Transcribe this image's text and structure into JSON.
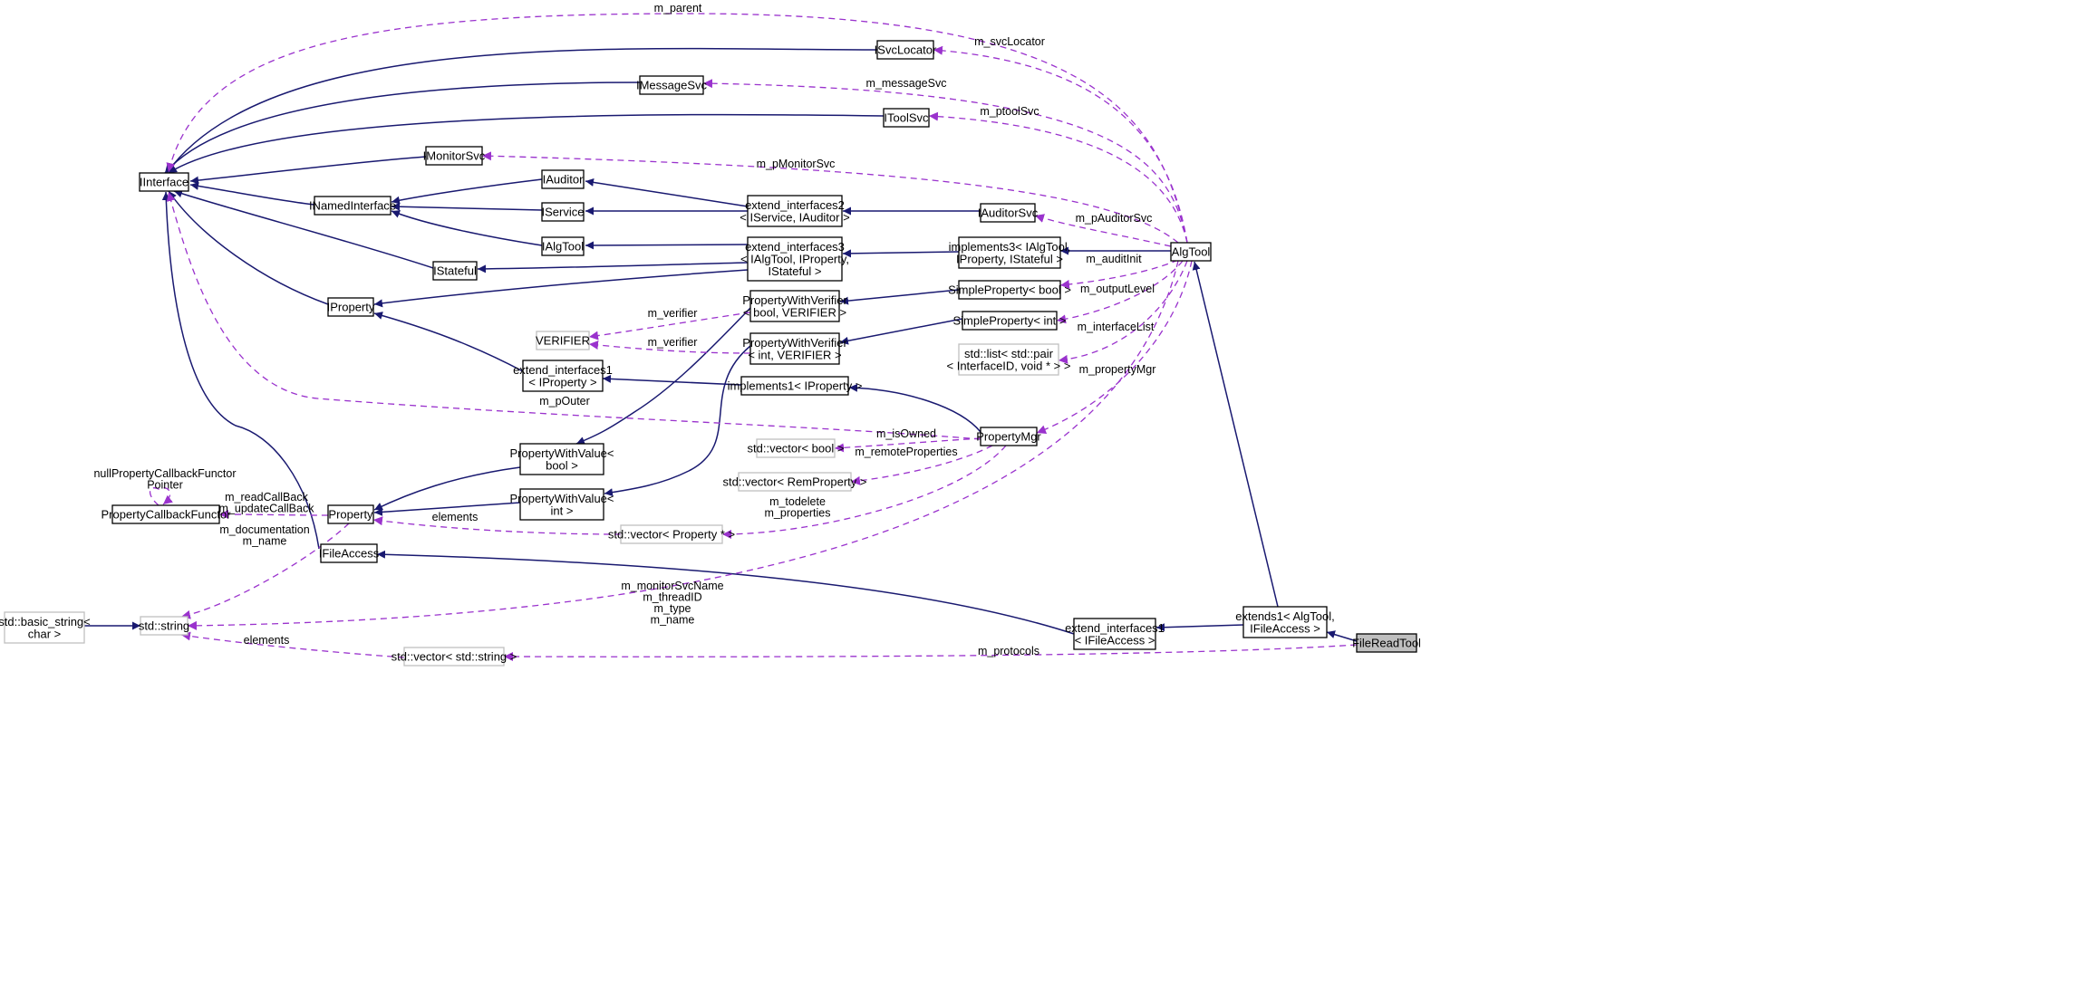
{
  "diagram": {
    "type": "doxygen collaboration graph",
    "colors": {
      "inheritance": "#191970",
      "usage": "#9a32cd",
      "focus_fill": "#bfbfbf",
      "external_border": "#bfbfbf"
    },
    "nodes": [
      {
        "id": "IInterface",
        "lines": [
          "IInterface"
        ]
      },
      {
        "id": "ISvcLocator",
        "lines": [
          "ISvcLocator"
        ]
      },
      {
        "id": "IMessageSvc",
        "lines": [
          "IMessageSvc"
        ]
      },
      {
        "id": "IToolSvc",
        "lines": [
          "IToolSvc"
        ]
      },
      {
        "id": "IMonitorSvc",
        "lines": [
          "IMonitorSvc"
        ]
      },
      {
        "id": "INamedInterface",
        "lines": [
          "INamedInterface"
        ]
      },
      {
        "id": "IAuditor",
        "lines": [
          "IAuditor"
        ]
      },
      {
        "id": "IService",
        "lines": [
          "IService"
        ]
      },
      {
        "id": "IAlgToolI",
        "lines": [
          "IAlgTool"
        ]
      },
      {
        "id": "IStateful",
        "lines": [
          "IStateful"
        ]
      },
      {
        "id": "IProperty",
        "lines": [
          "IProperty"
        ]
      },
      {
        "id": "extIf2",
        "lines": [
          "extend_interfaces2",
          "< IService, IAuditor >"
        ]
      },
      {
        "id": "extIf3",
        "lines": [
          "extend_interfaces3",
          "< IAlgTool, IProperty,",
          "IStateful >"
        ]
      },
      {
        "id": "IAuditorSvc",
        "lines": [
          "IAuditorSvc"
        ]
      },
      {
        "id": "impl3",
        "lines": [
          "implements3< IAlgTool,",
          "IProperty, IStateful >"
        ]
      },
      {
        "id": "AlgTool",
        "lines": [
          "AlgTool"
        ]
      },
      {
        "id": "SPbool",
        "lines": [
          "SimpleProperty< bool >"
        ]
      },
      {
        "id": "SPint",
        "lines": [
          "SimpleProperty< int >"
        ]
      },
      {
        "id": "PWVbool",
        "lines": [
          "PropertyWithVerifier",
          "< bool, VERIFIER >"
        ]
      },
      {
        "id": "PWVint",
        "lines": [
          "PropertyWithVerifier",
          "< int, VERIFIER >"
        ]
      },
      {
        "id": "VERIFIER",
        "lines": [
          "VERIFIER"
        ],
        "external": true
      },
      {
        "id": "extIf1P",
        "lines": [
          "extend_interfaces1",
          "< IProperty >"
        ]
      },
      {
        "id": "impl1",
        "lines": [
          "implements1< IProperty >"
        ]
      },
      {
        "id": "stdlist",
        "lines": [
          "std::list< std::pair",
          "< InterfaceID, void * > >"
        ],
        "external": true
      },
      {
        "id": "PropertyMgr",
        "lines": [
          "PropertyMgr"
        ]
      },
      {
        "id": "vecbool",
        "lines": [
          "std::vector< bool >"
        ],
        "external": true
      },
      {
        "id": "vecRem",
        "lines": [
          "std::vector< RemProperty >"
        ],
        "external": true
      },
      {
        "id": "PWVabool",
        "lines": [
          "PropertyWithValue<",
          "bool >"
        ]
      },
      {
        "id": "PWVaint",
        "lines": [
          "PropertyWithValue<",
          "int >"
        ]
      },
      {
        "id": "PCF",
        "lines": [
          "PropertyCallbackFunctor"
        ]
      },
      {
        "id": "Property",
        "lines": [
          "Property"
        ]
      },
      {
        "id": "vecProp",
        "lines": [
          "std::vector< Property * >"
        ],
        "external": true
      },
      {
        "id": "IFileAccess",
        "lines": [
          "IFileAccess"
        ]
      },
      {
        "id": "basicstr",
        "lines": [
          "std::basic_string<",
          "char >"
        ],
        "external": true
      },
      {
        "id": "stdstring",
        "lines": [
          "std::string"
        ],
        "external": true
      },
      {
        "id": "vecstr",
        "lines": [
          "std::vector< std::string >"
        ],
        "external": true
      },
      {
        "id": "extIf1F",
        "lines": [
          "extend_interfaces1",
          "< IFileAccess >"
        ]
      },
      {
        "id": "ext1",
        "lines": [
          "extends1< AlgTool,",
          "IFileAccess >"
        ]
      },
      {
        "id": "FileReadTool",
        "lines": [
          "FileReadTool"
        ],
        "focus": true
      }
    ],
    "edge_labels": [
      {
        "id": "m_parent",
        "lines": [
          "m_parent"
        ]
      },
      {
        "id": "m_svcLocator",
        "lines": [
          "m_svcLocator"
        ]
      },
      {
        "id": "m_messageSvc",
        "lines": [
          "m_messageSvc"
        ]
      },
      {
        "id": "m_ptoolSvc",
        "lines": [
          "m_ptoolSvc"
        ]
      },
      {
        "id": "m_pMonitorSvc",
        "lines": [
          "m_pMonitorSvc"
        ]
      },
      {
        "id": "m_pAuditorSvc",
        "lines": [
          "m_pAuditorSvc"
        ]
      },
      {
        "id": "m_auditInit",
        "lines": [
          "m_auditInit"
        ]
      },
      {
        "id": "m_outputLevel",
        "lines": [
          "m_outputLevel"
        ]
      },
      {
        "id": "m_interfaceList",
        "lines": [
          "m_interfaceList"
        ]
      },
      {
        "id": "m_propertyMgr",
        "lines": [
          "m_propertyMgr"
        ]
      },
      {
        "id": "m_verifier1",
        "lines": [
          "m_verifier"
        ]
      },
      {
        "id": "m_verifier2",
        "lines": [
          "m_verifier"
        ]
      },
      {
        "id": "m_pOuter",
        "lines": [
          "m_pOuter"
        ]
      },
      {
        "id": "m_isOwned",
        "lines": [
          "m_isOwned"
        ]
      },
      {
        "id": "m_remoteProperties",
        "lines": [
          "m_remoteProperties"
        ]
      },
      {
        "id": "m_todelete",
        "lines": [
          "m_todelete",
          "m_properties"
        ]
      },
      {
        "id": "elementsProp",
        "lines": [
          "elements"
        ]
      },
      {
        "id": "nullPCF",
        "lines": [
          "nullPropertyCallbackFunctor",
          "Pointer"
        ]
      },
      {
        "id": "m_readCallBack",
        "lines": [
          "m_readCallBack",
          "m_updateCallBack"
        ]
      },
      {
        "id": "m_documentation",
        "lines": [
          "m_documentation",
          "m_name"
        ]
      },
      {
        "id": "m_monitorSvcName",
        "lines": [
          "m_monitorSvcName",
          "m_threadID",
          "m_type",
          "m_name"
        ]
      },
      {
        "id": "elementsStr",
        "lines": [
          "elements"
        ]
      },
      {
        "id": "m_protocols",
        "lines": [
          "m_protocols"
        ]
      }
    ]
  }
}
